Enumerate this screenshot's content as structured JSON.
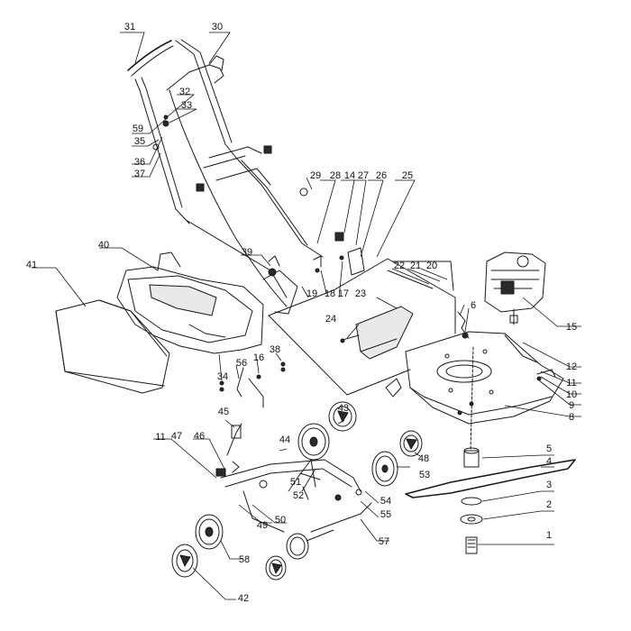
{
  "diagram": {
    "type": "exploded-parts-diagram",
    "callouts": [
      {
        "n": "1"
      },
      {
        "n": "2"
      },
      {
        "n": "3"
      },
      {
        "n": "4"
      },
      {
        "n": "5"
      },
      {
        "n": "6"
      },
      {
        "n": "8"
      },
      {
        "n": "9"
      },
      {
        "n": "10"
      },
      {
        "n": "11"
      },
      {
        "n": "11"
      },
      {
        "n": "12"
      },
      {
        "n": "14"
      },
      {
        "n": "15"
      },
      {
        "n": "16"
      },
      {
        "n": "17"
      },
      {
        "n": "18"
      },
      {
        "n": "19"
      },
      {
        "n": "20"
      },
      {
        "n": "21"
      },
      {
        "n": "22"
      },
      {
        "n": "23"
      },
      {
        "n": "24"
      },
      {
        "n": "25"
      },
      {
        "n": "26"
      },
      {
        "n": "27"
      },
      {
        "n": "28"
      },
      {
        "n": "29"
      },
      {
        "n": "30"
      },
      {
        "n": "31"
      },
      {
        "n": "32"
      },
      {
        "n": "33"
      },
      {
        "n": "34"
      },
      {
        "n": "35"
      },
      {
        "n": "36"
      },
      {
        "n": "37"
      },
      {
        "n": "38"
      },
      {
        "n": "39"
      },
      {
        "n": "40"
      },
      {
        "n": "41"
      },
      {
        "n": "42"
      },
      {
        "n": "43"
      },
      {
        "n": "44"
      },
      {
        "n": "45"
      },
      {
        "n": "46"
      },
      {
        "n": "47"
      },
      {
        "n": "48"
      },
      {
        "n": "49"
      },
      {
        "n": "50"
      },
      {
        "n": "51"
      },
      {
        "n": "52"
      },
      {
        "n": "53"
      },
      {
        "n": "54"
      },
      {
        "n": "55"
      },
      {
        "n": "56"
      },
      {
        "n": "57"
      },
      {
        "n": "58"
      },
      {
        "n": "59"
      }
    ]
  }
}
